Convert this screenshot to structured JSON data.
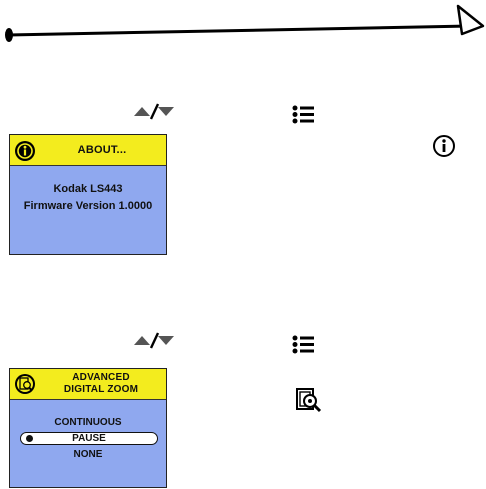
{
  "about_screen": {
    "title": "ABOUT...",
    "lines": [
      "Kodak LS443",
      "Firmware Version 1.0000"
    ]
  },
  "zoom_screen": {
    "title_lines": [
      "ADVANCED",
      "DIGITAL ZOOM"
    ],
    "options": [
      "CONTINUOUS",
      "PAUSE",
      "NONE"
    ],
    "selected_option": "PAUSE"
  },
  "icons": [
    "page-arrow-icon",
    "up-down-arrows-icon",
    "menu-list-icon",
    "info-icon",
    "advanced-zoom-icon"
  ],
  "colors": {
    "screen_header": "#f3ec1e",
    "screen_body": "#8fa8ef"
  }
}
